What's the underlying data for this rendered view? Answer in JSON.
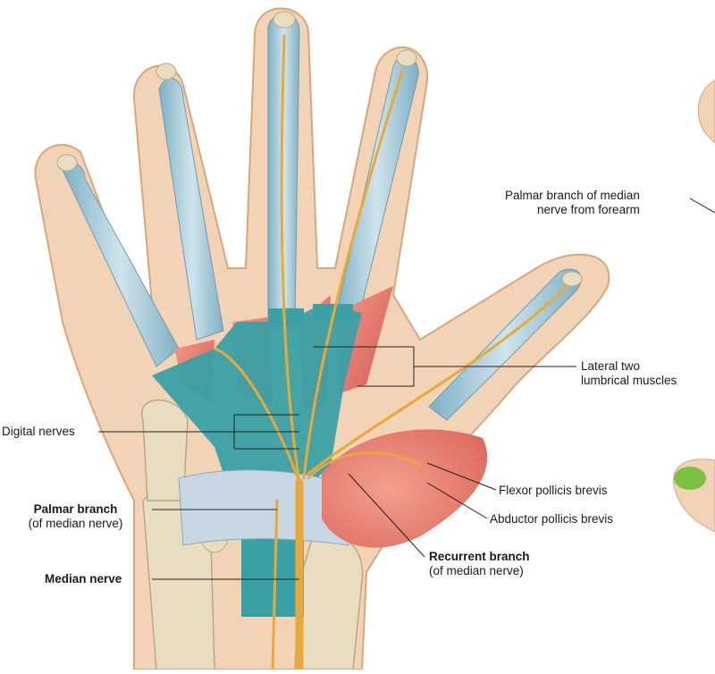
{
  "labels": {
    "palmar_branch_forearm_line1": "Palmar branch of median",
    "palmar_branch_forearm_line2": "nerve from forearm",
    "lateral_lumbricals_line1": "Lateral two",
    "lateral_lumbricals_line2": "lumbrical muscles",
    "digital_nerves": "Digital nerves",
    "flexor_pollicis_brevis": "Flexor pollicis brevis",
    "abductor_pollicis_brevis": "Abductor pollicis brevis",
    "palmar_branch": "Palmar branch",
    "palmar_branch_sub": "(of median nerve)",
    "recurrent_branch": "Recurrent branch",
    "recurrent_branch_sub": "(of median nerve)",
    "median_nerve": "Median nerve"
  },
  "colors": {
    "skin": "#f3d3b6",
    "skin_outline": "#d9a57f",
    "tendon_sheath": "#a9cbd8",
    "retinaculum": "#3aa0a6",
    "muscle": "#e2736b",
    "nerve": "#e9a93a",
    "bone": "#e8ddc0",
    "thumbnail_highlight": "#7cc242"
  },
  "icons": [
    "hand-anatomy-illustration",
    "mini-hand-thumbnail"
  ]
}
